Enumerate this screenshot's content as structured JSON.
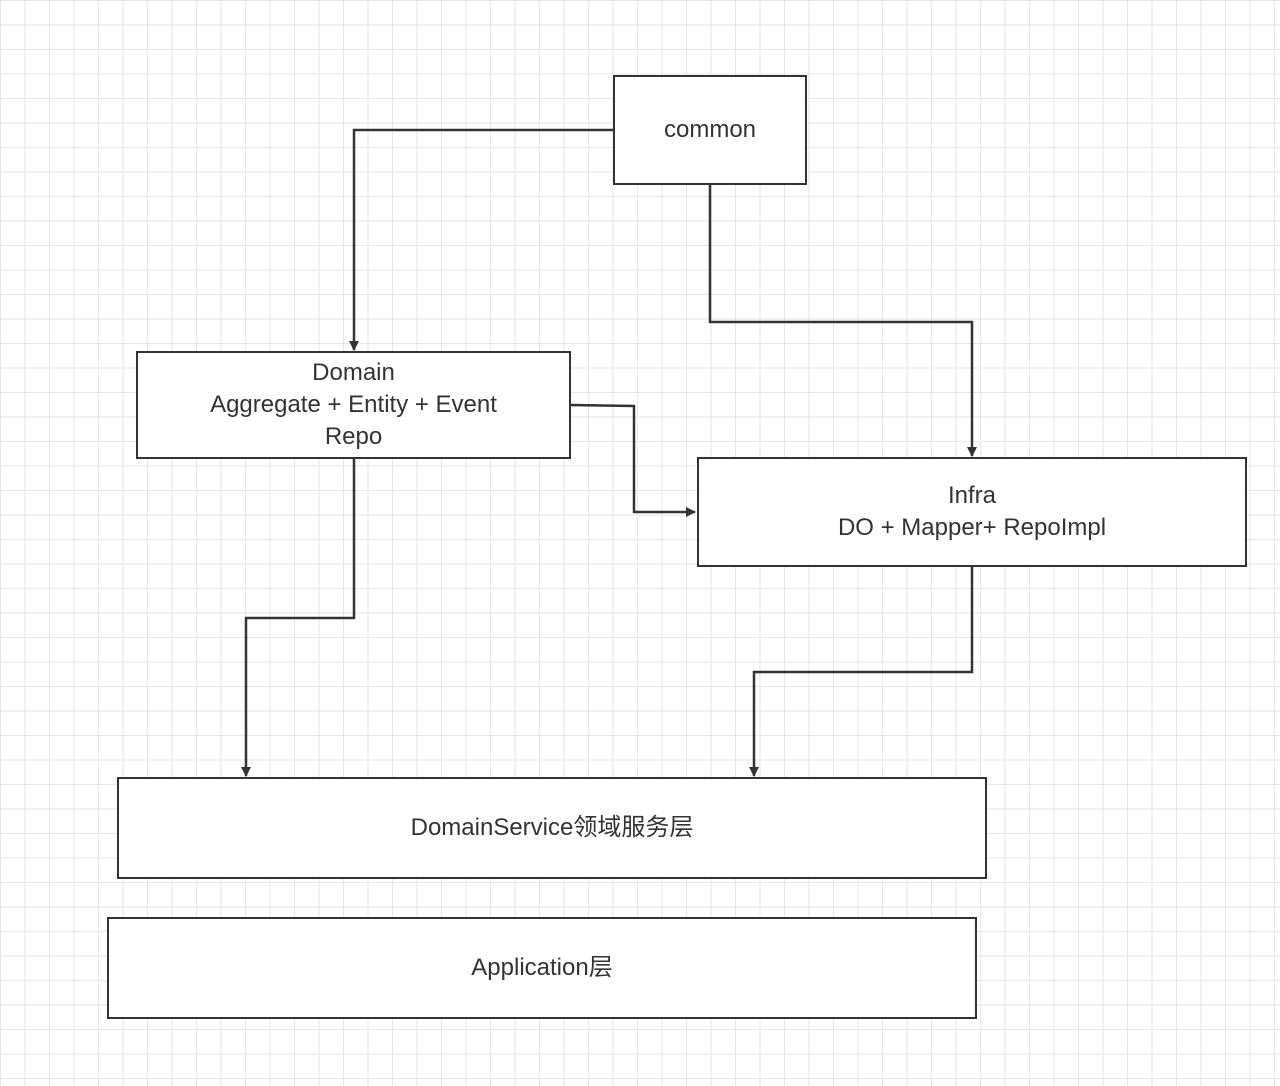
{
  "diagram": {
    "colors": {
      "line": "#333333",
      "grid": "#e6e6e6",
      "background": "#ffffff"
    },
    "nodes": {
      "common": {
        "lines": [
          "common"
        ]
      },
      "domain": {
        "lines": [
          "Domain",
          "Aggregate + Entity + Event",
          "Repo"
        ]
      },
      "infra": {
        "lines": [
          "Infra",
          "DO + Mapper+ RepoImpl"
        ]
      },
      "domain_service": {
        "lines": [
          "DomainService领域服务层"
        ]
      },
      "application": {
        "lines": [
          "Application层"
        ]
      }
    },
    "edges": [
      {
        "from": "common",
        "to": "domain"
      },
      {
        "from": "common",
        "to": "infra"
      },
      {
        "from": "domain",
        "to": "infra"
      },
      {
        "from": "domain",
        "to": "domain_service"
      },
      {
        "from": "infra",
        "to": "domain_service"
      }
    ]
  }
}
